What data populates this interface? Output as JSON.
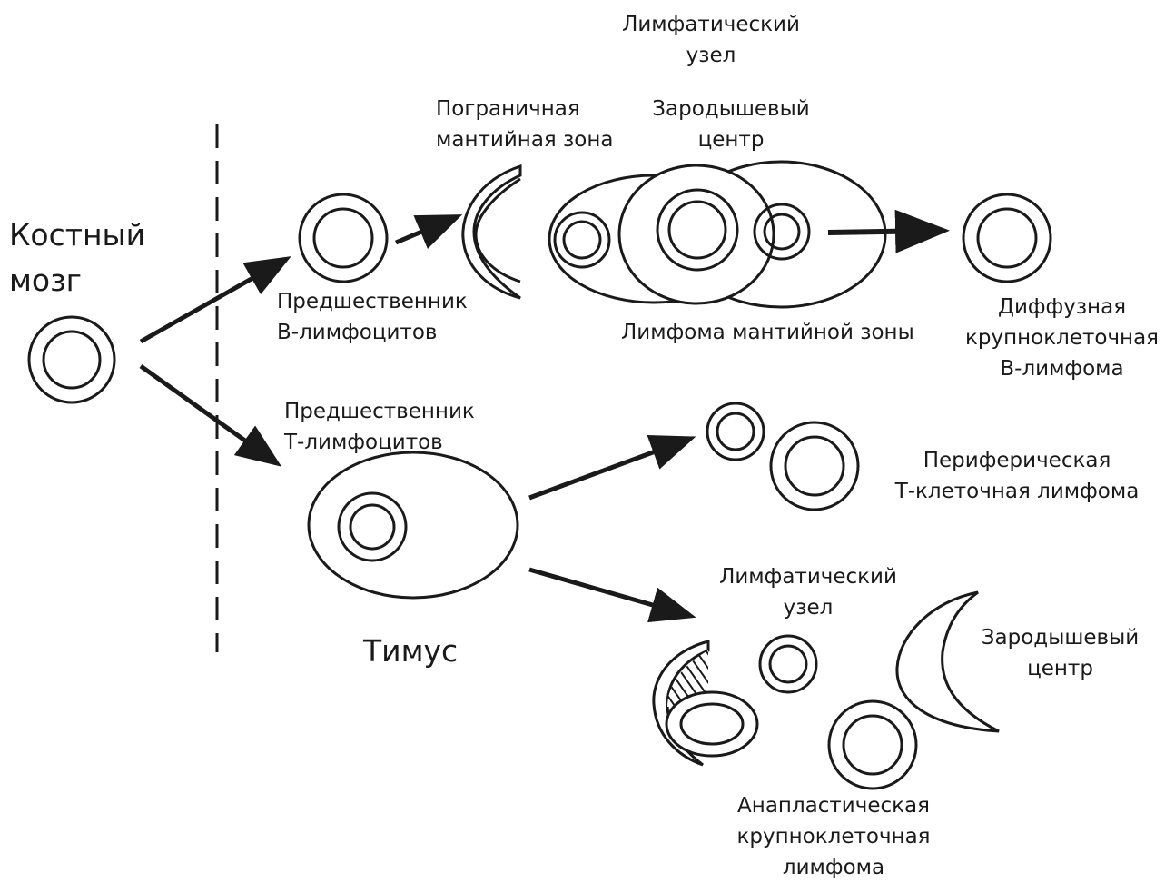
{
  "labels": {
    "bone_marrow": [
      "Костный",
      "мозг"
    ],
    "lymph_node_top": [
      "Лимфатический",
      "узел"
    ],
    "marginal_mantle_zone": [
      "Пограничная",
      "мантийная зона"
    ],
    "germinal_center_top": [
      "Зародышевый",
      "центр"
    ],
    "b_precursor": [
      "Предшественник",
      "В-лимфоцитов"
    ],
    "mantle_zone_lymphoma": "Лимфома мантийной зоны",
    "dlbcl": [
      "Диффузная",
      "крупноклеточная",
      "В-лимфома"
    ],
    "t_precursor": [
      "Предшественник",
      "Т-лимфоцитов"
    ],
    "peripheral_tcl": [
      "Периферическая",
      "Т-клеточная лимфома"
    ],
    "thymus": "Тимус",
    "lymph_node_bottom": [
      "Лимфатический",
      "узел"
    ],
    "germinal_center_bottom": [
      "Зародышевый",
      "центр"
    ],
    "alcl": [
      "Анапластическая",
      "крупноклеточная",
      "лимфома"
    ]
  },
  "colors": {
    "stroke": "#1a1a1a",
    "background": "#ffffff"
  }
}
